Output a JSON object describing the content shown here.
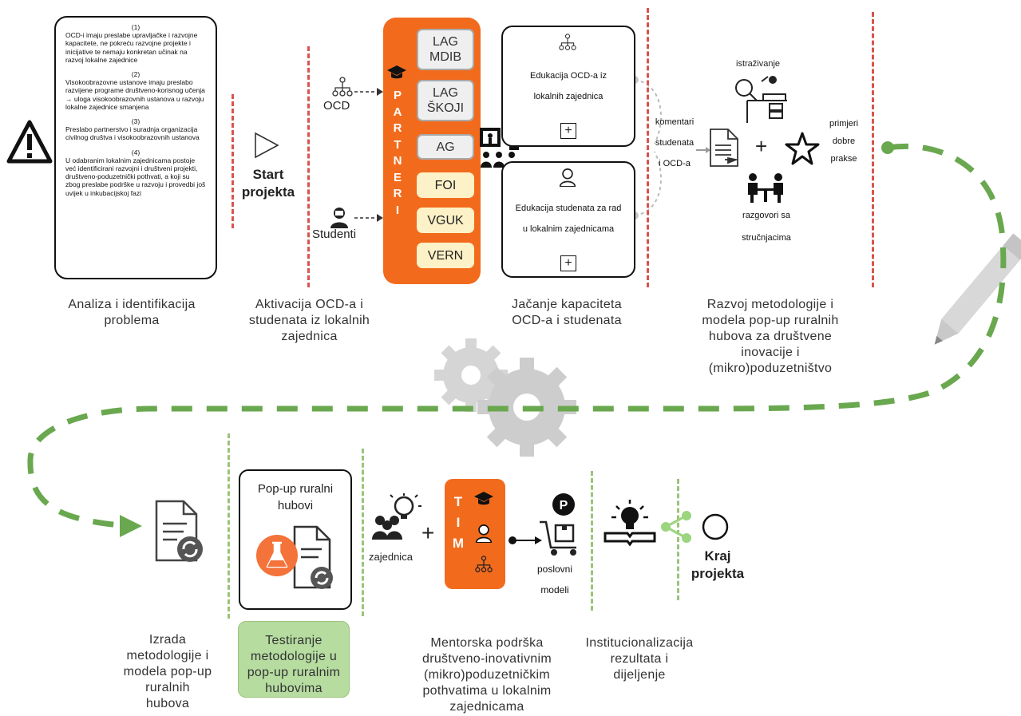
{
  "problem_box": {
    "items": [
      {
        "num": "(1)",
        "text": "OCD-i imaju preslabe upravljačke i razvojne kapacitete, ne pokreću razvojne projekte i inicijative te nemaju konkretan učinak na razvoj lokalne zajednice"
      },
      {
        "num": "(2)",
        "text": "Visokoobrazovne ustanove imaju preslabo razvijene programe društveno-korisnog učenja → uloga visokoobrazovnih ustanova u razvoju lokalne zajednice smanjena"
      },
      {
        "num": "(3)",
        "text": "Preslabo partnerstvo i suradnja organizacija civilnog društva i visokoobrazovnih ustanova"
      },
      {
        "num": "(4)",
        "text": "U odabranim lokalnim zajednicama postoje već identificirani razvojni i društveni projekti, društveno-poduzetnički pothvati, a koji su zbog preslabe podrške u razvoju i provedbi još uvijek u inkubacijskoj fazi"
      }
    ]
  },
  "start": {
    "line1": "Start",
    "line2": "projekta"
  },
  "actors": {
    "ocd": "OCD",
    "students": "Studenti"
  },
  "partners": {
    "vertical_label": [
      "P",
      "A",
      "R",
      "T",
      "N",
      "E",
      "R",
      "I"
    ],
    "items": [
      {
        "line1": "LAG",
        "line2": "MDIB",
        "style": "grey"
      },
      {
        "line1": "LAG",
        "line2": "ŠKOJI",
        "style": "grey"
      },
      {
        "line1": "AG",
        "line2": "",
        "style": "grey"
      },
      {
        "line1": "FOI",
        "line2": "",
        "style": "yellow"
      },
      {
        "line1": "VGUK",
        "line2": "",
        "style": "yellow"
      },
      {
        "line1": "VERN",
        "line2": "",
        "style": "yellow"
      }
    ]
  },
  "education": {
    "ocd_line1": "Edukacija OCD-a iz",
    "ocd_line2": "lokalnih zajednica",
    "students_line1": "Edukacija studenata za rad",
    "students_line2": "u lokalnim zajednicama",
    "plus": "+"
  },
  "research": {
    "comments": [
      "komentari",
      "studenata",
      "i OCD-a"
    ],
    "research_label": "istraživanje",
    "good_practice": [
      "primjeri",
      "dobre",
      "prakse"
    ],
    "talks": [
      "razgovori sa",
      "stručnjacima"
    ],
    "plus": "+"
  },
  "phase_captions": {
    "p1": [
      "Analiza i identifikacija",
      "problema"
    ],
    "p2": [
      "Aktivacija OCD-a i",
      "studenata iz lokalnih",
      "zajednica"
    ],
    "p3": [
      "Jačanje kapaciteta",
      "OCD-a i studenata"
    ],
    "p4": [
      "Razvoj metodologije i",
      "modela pop-up ruralnih",
      "hubova za društvene",
      "inovacije i",
      "(mikro)poduzetništvo"
    ],
    "p5": [
      "Izrada",
      "metodologije i",
      "modela pop-up",
      "ruralnih",
      "hubova"
    ],
    "p6": [
      "Testiranje",
      "metodologije u",
      "pop-up ruralnim",
      "hubovima"
    ],
    "p7": [
      "Mentorska podrška",
      "društveno-inovativnim",
      "(mikro)poduzetničkim",
      "pothvatima u lokalnim",
      "zajednicama"
    ],
    "p8": [
      "Institucionalizacija",
      "rezultata i",
      "dijeljenje"
    ]
  },
  "hubs": {
    "line1": "Pop-up ruralni",
    "line2": "hubovi"
  },
  "mentoring": {
    "community": "zajednica",
    "plus": "+",
    "team_letters": [
      "T",
      "I",
      "M"
    ],
    "business": [
      "poslovni",
      "modeli"
    ]
  },
  "end": {
    "line1": "Kraj",
    "line2": "projekta"
  },
  "colors": {
    "orange": "#f26b1d",
    "red_divider": "#d9534f",
    "green_divider": "#9bc37a",
    "green_path": "#6aa84f",
    "highlight_fill": "#b6dca0",
    "grey_box": "#efefef",
    "yellow_box": "#fdf1c7"
  }
}
